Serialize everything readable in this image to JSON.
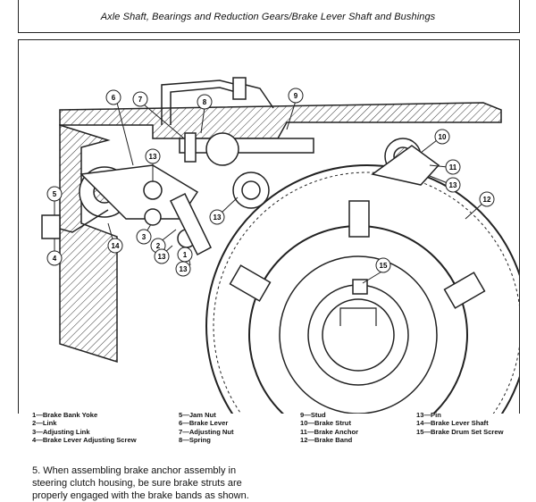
{
  "header": {
    "title": "Axle Shaft, Bearings and Reduction Gears/Brake Lever Shaft and Bushings"
  },
  "figure": {
    "callouts": [
      "6",
      "7",
      "8",
      "9",
      "10",
      "11",
      "13",
      "12",
      "13",
      "5",
      "14",
      "4",
      "3",
      "2",
      "13",
      "1",
      "13",
      "15",
      "13"
    ]
  },
  "legend": {
    "columns": [
      [
        "1—Brake Bank Yoke",
        "2—Link",
        "3—Adjusting Link",
        "4—Brake Lever Adjusting Screw"
      ],
      [
        "5—Jam Nut",
        "6—Brake Lever",
        "7—Adjusting Nut",
        "8—Spring"
      ],
      [
        "9—Stud",
        "10—Brake Strut",
        "11—Brake Anchor",
        "12—Brake Band"
      ],
      [
        "13—Pin",
        "14—Brake Lever Shaft",
        "15—Brake Drum Set Screw"
      ]
    ]
  },
  "instruction": {
    "text": "5. When assembling brake anchor assembly in steering clutch housing, be sure brake struts are properly engaged with the brake bands as shown."
  }
}
